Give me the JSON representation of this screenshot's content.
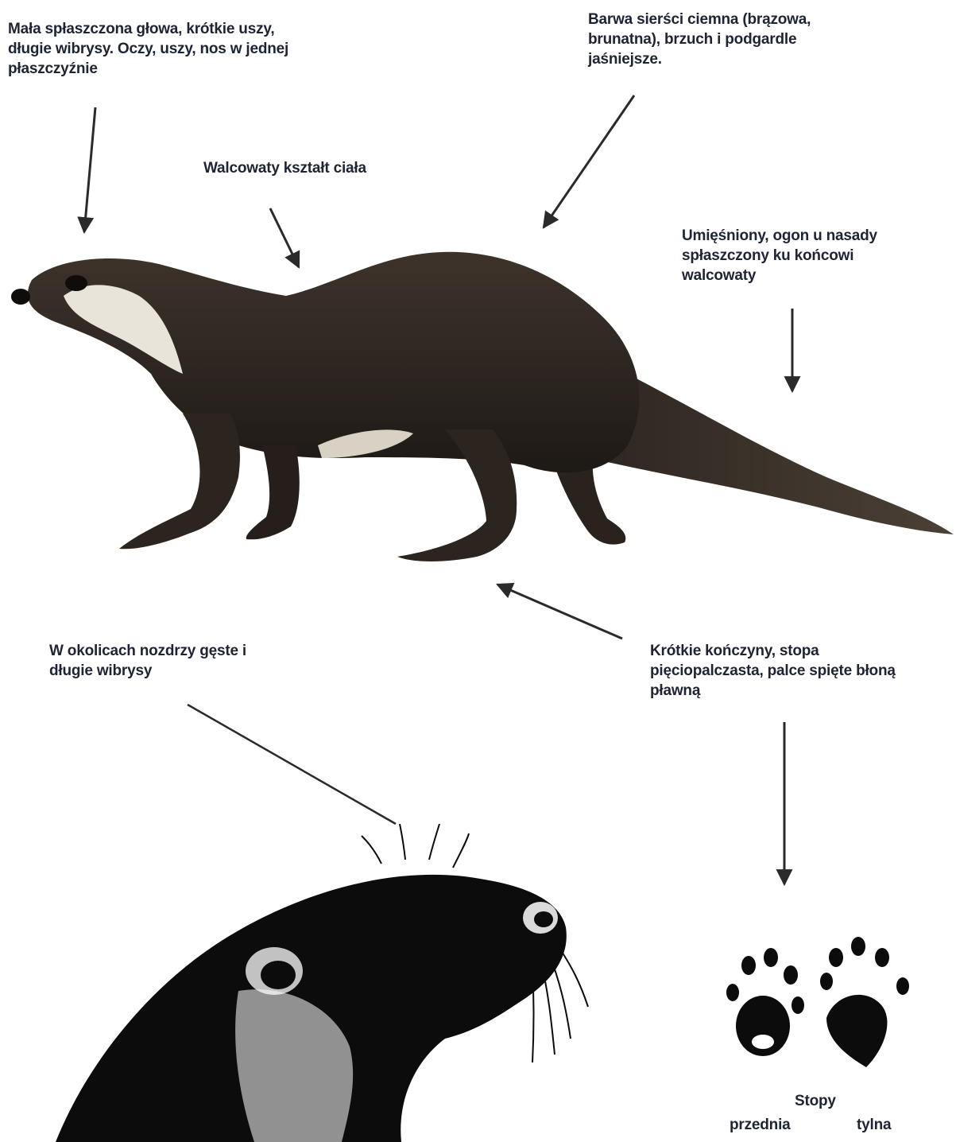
{
  "annotations": {
    "head": {
      "lines": [
        "Mała spłaszczona głowa, krótkie uszy,",
        "długie wibrysy. Oczy, uszy, nos w jednej",
        "płaszczyźnie"
      ]
    },
    "fur": {
      "lines": [
        "Barwa sierści ciemna (brązowa,",
        "brunatna), brzuch i podgardle",
        "jaśniejsze."
      ]
    },
    "body_shape": {
      "lines": [
        "Walcowaty kształt ciała"
      ]
    },
    "tail": {
      "lines": [
        "Umięśniony, ogon u nasady",
        "spłaszczony ku końcowi",
        "walcowaty"
      ]
    },
    "whiskers": {
      "lines": [
        "W okolicach nozdrzy gęste i",
        "długie wibrysy"
      ]
    },
    "limbs": {
      "lines": [
        "Krótkie kończyny, stopa",
        "pięciopalczasta, palce spięte błoną",
        "pławną"
      ]
    }
  },
  "feet": {
    "title": "Stopy",
    "front_label": "przednia",
    "hind_label": "tylna"
  },
  "colors": {
    "text": "#1e2433",
    "arrow": "#2a2a2a",
    "fur_dark": "#2b241f",
    "fur_mid": "#3d332b",
    "throat": "#e9e4da",
    "ink": "#0c0c0c"
  }
}
